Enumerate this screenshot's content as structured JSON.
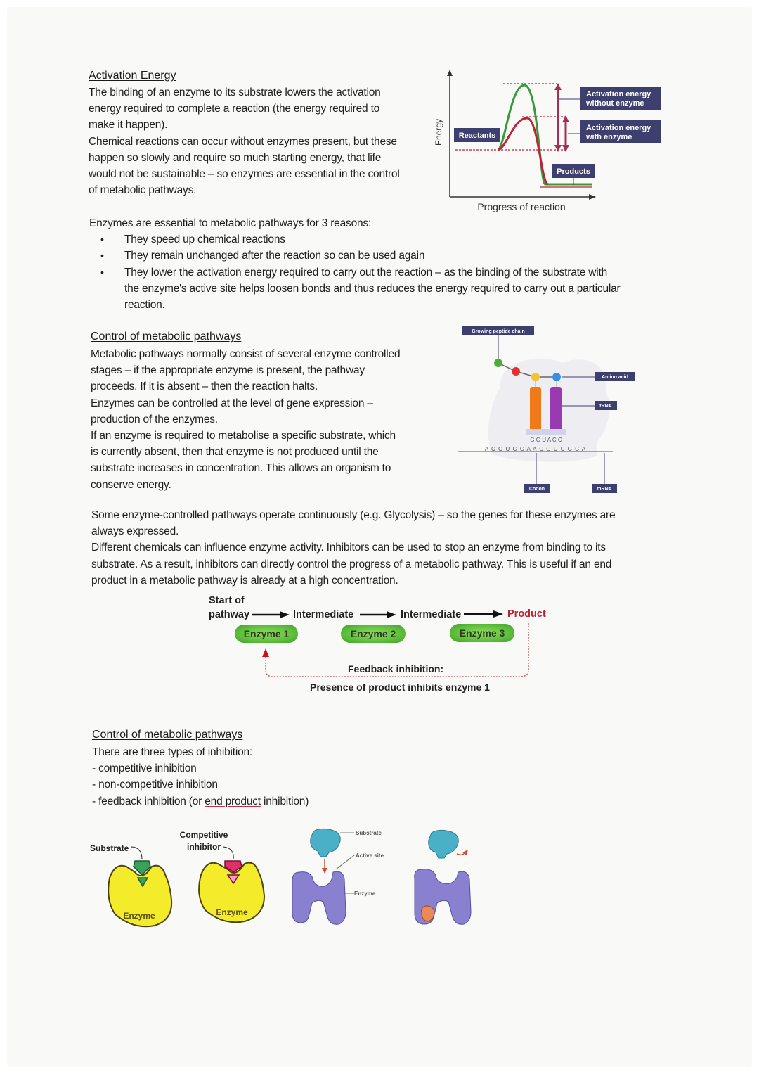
{
  "section1": {
    "heading": "Activation Energy",
    "para_lines": [
      "The binding of an enzyme to its substrate lowers the activation",
      "energy required to complete a reaction (the energy required to",
      "make it happen).",
      "Chemical reactions can occur without enzymes present, but these",
      "happen so slowly and require so much starting energy, that life",
      "would not be sustainable – so enzymes are essential in the control",
      "of metabolic pathways."
    ]
  },
  "energy_graph": {
    "y_label": "Energy",
    "x_label": "Progress of reaction",
    "label_reactants": "Reactants",
    "label_products": "Products",
    "label_without_1": "Activation energy",
    "label_without_2": "without enzyme",
    "label_with_1": "Activation energy",
    "label_with_2": "with enzyme",
    "colors": {
      "without": "#3a9a3a",
      "with": "#c0223a",
      "arrow": "#a23055",
      "box": "#3d3f6e"
    }
  },
  "reasons": {
    "intro": "Enzymes are essential to metabolic pathways for 3 reasons:",
    "items": [
      "They speed up chemical reactions",
      "They remain unchanged after the reaction so can be used again"
    ],
    "item3_lines": [
      "They lower the activation energy required to carry out the reaction – as the binding of the substrate with",
      "the enzyme's active site helps loosen bonds and thus reduces the energy required to carry out a particular",
      "reaction."
    ]
  },
  "section2": {
    "heading": "Control of metabolic pathways",
    "line1_a": "Metabolic pathways",
    "line1_b": " normally ",
    "line1_c": "consist",
    "line1_d": " of several ",
    "line1_e": "enzyme controlled",
    "lines": [
      "stages – if the appropriate enzyme is present, the pathway",
      "proceeds. If it is absent – then the reaction halts.",
      "Enzymes can be controlled at the level of gene expression –",
      "production of the enzymes.",
      "If an enzyme is required to metabolise a specific substrate, which",
      "is currently absent, then that enzyme is not produced until the",
      "substrate increases in concentration. This allows an organism to",
      "conserve energy."
    ]
  },
  "ribosome": {
    "label_chain": "Growing peptide chain",
    "label_amino": "Amino acid",
    "label_trna": "tRNA",
    "label_codon": "Codon",
    "label_mrna": "mRNA",
    "anticodon": "G G U A C C",
    "mrna_seq": "A C G U G C A A C G U U G C A"
  },
  "continuous": {
    "lines": [
      "Some enzyme-controlled pathways operate continuously (e.g. Glycolysis) – so the genes for these enzymes are",
      "always expressed.",
      "Different chemicals can influence enzyme activity. Inhibitors can be used to stop an enzyme from binding to its",
      "substrate. As a result, inhibitors can directly control the progress of a metabolic pathway. This is useful if an end",
      "product in a metabolic pathway is already at a high concentration."
    ]
  },
  "pathway": {
    "start_1": "Start of",
    "start_2": "pathway",
    "intermediate_1": "Intermediate",
    "intermediate_2": "Intermediate",
    "product": "Product",
    "enzyme_1": "Enzyme 1",
    "enzyme_2": "Enzyme 2",
    "enzyme_3": "Enzyme 3",
    "feedback_title": "Feedback inhibition:",
    "feedback_desc": "Presence of product inhibits enzyme 1",
    "product_color": "#c02030"
  },
  "section3": {
    "heading": "Control of metabolic pathways",
    "intro_a": "There ",
    "intro_b": "are",
    "intro_c": " three types of inhibition:",
    "item1": "- competitive inhibition",
    "item2": "- non-competitive inhibition",
    "item3_a": "- feedback inhibition (or ",
    "item3_b": "end product",
    "item3_c": " inhibition)"
  },
  "inhibition_diagrams": {
    "label_substrate": "Substrate",
    "label_competitive_1": "Competitive",
    "label_competitive_2": "inhibitor",
    "label_enzyme_1": "Enzyme",
    "label_enzyme_2": "Enzyme",
    "label_substrate_small": "Substrate",
    "label_active_site": "Active site",
    "label_enzyme_small": "Enzyme"
  }
}
